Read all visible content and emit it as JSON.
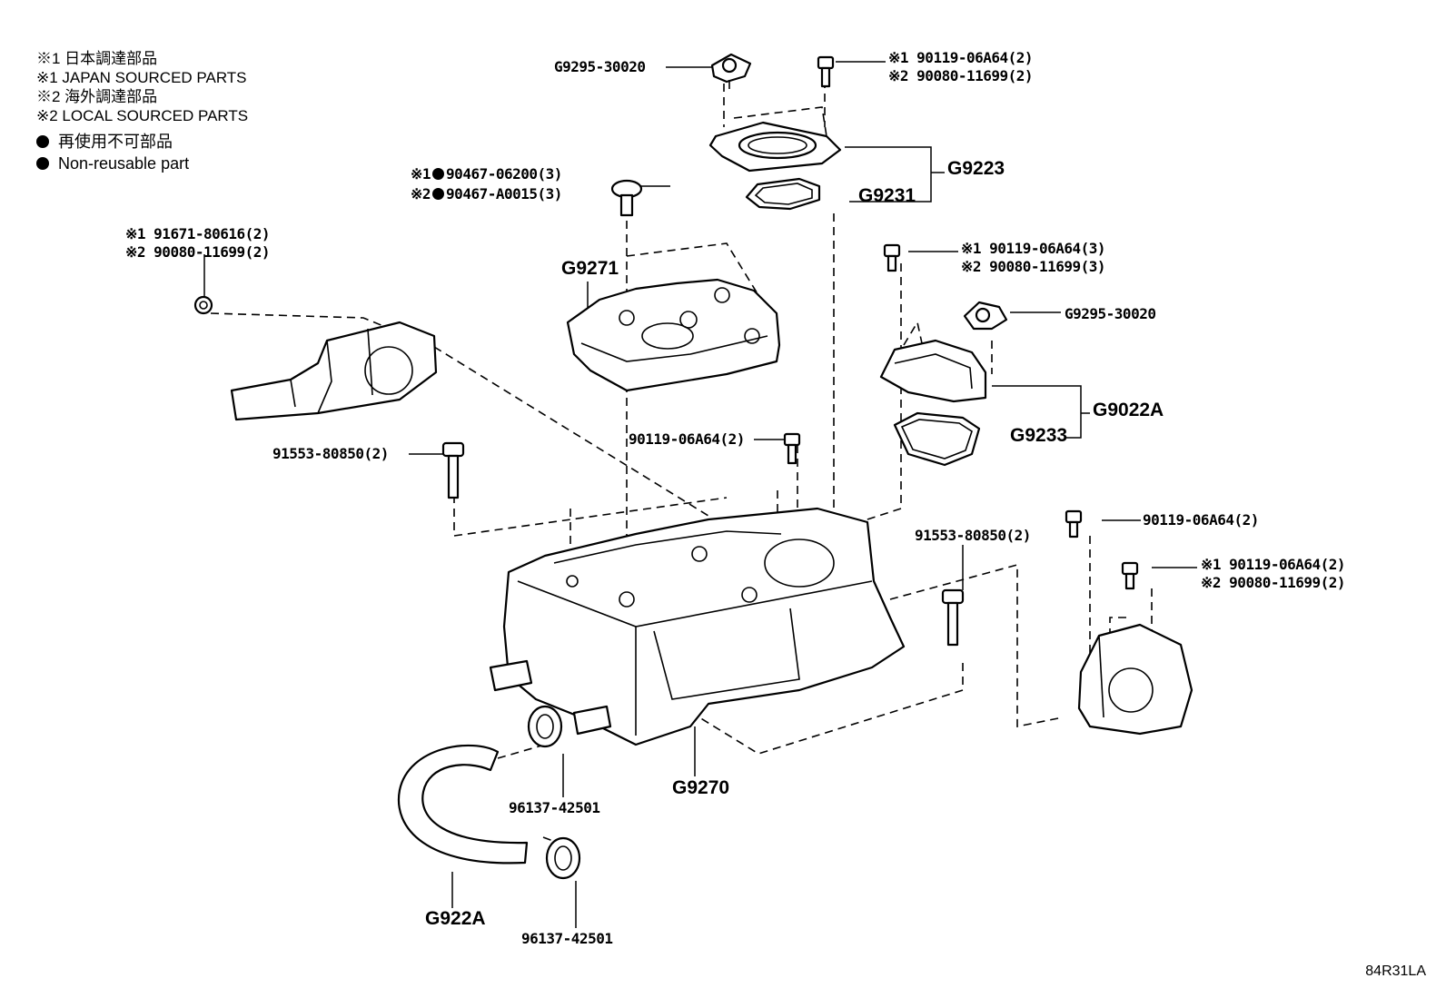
{
  "legend": {
    "jp_sourced_ja": "※1 日本調達部品",
    "jp_sourced_en": "※1 JAPAN SOURCED PARTS",
    "local_sourced_ja": "※2 海外調達部品",
    "local_sourced_en": "※2 LOCAL SOURCED PARTS",
    "non_reusable_ja": "再使用不可部品",
    "non_reusable_en": "Non-reusable part"
  },
  "callouts": {
    "g9295_top": "G9295-30020",
    "bolt_top_1": "※1 90119-06A64(2)",
    "bolt_top_2": "※2 90080-11699(2)",
    "g9223": "G9223",
    "g9231": "G9231",
    "clip_1_mark": "※1",
    "clip_1_num": "90467-06200(3)",
    "clip_2_mark": "※2",
    "clip_2_num": "90467-A0015(3)",
    "g9271": "G9271",
    "nut_left_1": "※1 91671-80616(2)",
    "nut_left_2": "※2 90080-11699(2)",
    "bolt_right_1": "※1 90119-06A64(3)",
    "bolt_right_2": "※2 90080-11699(3)",
    "g9295_right": "G9295-30020",
    "g9022a": "G9022A",
    "g9233": "G9233",
    "bolt_mid": "90119-06A64(2)",
    "stud_left": "91553-80850(2)",
    "stud_right": "91553-80850(2)",
    "bolt_far_right": "90119-06A64(2)",
    "bolt_br_1": "※1 90119-06A64(2)",
    "bolt_br_2": "※2 90080-11699(2)",
    "g9270": "G9270",
    "clamp_upper": "96137-42501",
    "clamp_lower": "96137-42501",
    "g922a": "G922A"
  },
  "illustration_code": "84R31LA"
}
